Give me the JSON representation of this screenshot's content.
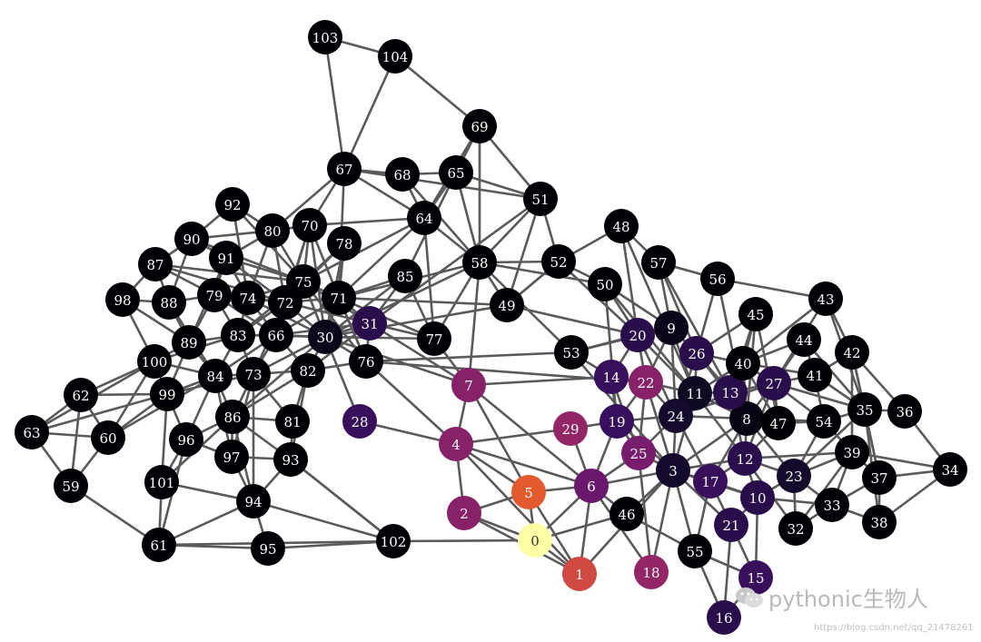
{
  "nodes": [
    {
      "id": "0",
      "value": 0.0
    },
    {
      "id": "1",
      "value": 0.25
    },
    {
      "id": "2",
      "value": 0.5
    },
    {
      "id": "3",
      "value": 0.9
    },
    {
      "id": "4",
      "value": 0.5
    },
    {
      "id": "5",
      "value": 0.2
    },
    {
      "id": "6",
      "value": 0.6
    },
    {
      "id": "7",
      "value": 0.5
    },
    {
      "id": "8",
      "value": 0.97
    },
    {
      "id": "9",
      "value": 0.95
    },
    {
      "id": "10",
      "value": 0.8
    },
    {
      "id": "11",
      "value": 0.93
    },
    {
      "id": "12",
      "value": 0.8
    },
    {
      "id": "13",
      "value": 0.8
    },
    {
      "id": "14",
      "value": 0.75
    },
    {
      "id": "15",
      "value": 0.75
    },
    {
      "id": "16",
      "value": 0.8
    },
    {
      "id": "17",
      "value": 0.75
    },
    {
      "id": "18",
      "value": 0.45
    },
    {
      "id": "19",
      "value": 0.75
    },
    {
      "id": "20",
      "value": 0.8
    },
    {
      "id": "21",
      "value": 0.8
    },
    {
      "id": "22",
      "value": 0.5
    },
    {
      "id": "23",
      "value": 0.9
    },
    {
      "id": "24",
      "value": 0.9
    },
    {
      "id": "25",
      "value": 0.55
    },
    {
      "id": "26",
      "value": 0.8
    },
    {
      "id": "27",
      "value": 0.8
    },
    {
      "id": "28",
      "value": 0.75
    },
    {
      "id": "29",
      "value": 0.45
    },
    {
      "id": "30",
      "value": 0.95
    },
    {
      "id": "31",
      "value": 0.8
    },
    {
      "id": "32",
      "value": 1
    },
    {
      "id": "33",
      "value": 1
    },
    {
      "id": "34",
      "value": 1
    },
    {
      "id": "35",
      "value": 1
    },
    {
      "id": "36",
      "value": 1
    },
    {
      "id": "37",
      "value": 1
    },
    {
      "id": "38",
      "value": 1
    },
    {
      "id": "39",
      "value": 1
    },
    {
      "id": "40",
      "value": 1
    },
    {
      "id": "41",
      "value": 1
    },
    {
      "id": "42",
      "value": 1
    },
    {
      "id": "43",
      "value": 1
    },
    {
      "id": "44",
      "value": 1
    },
    {
      "id": "45",
      "value": 1
    },
    {
      "id": "46",
      "value": 1
    },
    {
      "id": "47",
      "value": 1
    },
    {
      "id": "48",
      "value": 1
    },
    {
      "id": "49",
      "value": 1
    },
    {
      "id": "50",
      "value": 1
    },
    {
      "id": "51",
      "value": 1
    },
    {
      "id": "52",
      "value": 1
    },
    {
      "id": "53",
      "value": 1
    },
    {
      "id": "54",
      "value": 1
    },
    {
      "id": "55",
      "value": 1
    },
    {
      "id": "56",
      "value": 1
    },
    {
      "id": "57",
      "value": 1
    },
    {
      "id": "58",
      "value": 1
    },
    {
      "id": "59",
      "value": 1
    },
    {
      "id": "60",
      "value": 1
    },
    {
      "id": "61",
      "value": 1
    },
    {
      "id": "62",
      "value": 1
    },
    {
      "id": "63",
      "value": 1
    },
    {
      "id": "64",
      "value": 1
    },
    {
      "id": "65",
      "value": 1
    },
    {
      "id": "66",
      "value": 1
    },
    {
      "id": "67",
      "value": 1
    },
    {
      "id": "68",
      "value": 1
    },
    {
      "id": "69",
      "value": 1
    },
    {
      "id": "70",
      "value": 1
    },
    {
      "id": "71",
      "value": 1
    },
    {
      "id": "72",
      "value": 1
    },
    {
      "id": "73",
      "value": 1
    },
    {
      "id": "74",
      "value": 1
    },
    {
      "id": "75",
      "value": 1
    },
    {
      "id": "76",
      "value": 1
    },
    {
      "id": "77",
      "value": 1
    },
    {
      "id": "78",
      "value": 1
    },
    {
      "id": "79",
      "value": 1
    },
    {
      "id": "80",
      "value": 1
    },
    {
      "id": "81",
      "value": 1
    },
    {
      "id": "82",
      "value": 1
    },
    {
      "id": "83",
      "value": 1
    },
    {
      "id": "84",
      "value": 1
    },
    {
      "id": "85",
      "value": 1
    },
    {
      "id": "86",
      "value": 1
    },
    {
      "id": "87",
      "value": 1
    },
    {
      "id": "88",
      "value": 1
    },
    {
      "id": "89",
      "value": 1
    },
    {
      "id": "90",
      "value": 1
    },
    {
      "id": "91",
      "value": 1
    },
    {
      "id": "92",
      "value": 1
    },
    {
      "id": "93",
      "value": 1
    },
    {
      "id": "94",
      "value": 1
    },
    {
      "id": "95",
      "value": 1
    },
    {
      "id": "96",
      "value": 1
    },
    {
      "id": "97",
      "value": 1
    },
    {
      "id": "98",
      "value": 1
    },
    {
      "id": "99",
      "value": 1
    },
    {
      "id": "100",
      "value": 1
    },
    {
      "id": "101",
      "value": 1
    },
    {
      "id": "102",
      "value": 1
    },
    {
      "id": "103",
      "value": 1
    },
    {
      "id": "104",
      "value": 1
    }
  ],
  "edges": [
    [
      "103",
      "104"
    ],
    [
      "103",
      "67"
    ],
    [
      "104",
      "67"
    ],
    [
      "104",
      "69"
    ],
    [
      "69",
      "65"
    ],
    [
      "69",
      "64"
    ],
    [
      "69",
      "58"
    ],
    [
      "69",
      "51"
    ],
    [
      "67",
      "68"
    ],
    [
      "67",
      "64"
    ],
    [
      "67",
      "51"
    ],
    [
      "67",
      "70"
    ],
    [
      "67",
      "71"
    ],
    [
      "67",
      "80"
    ],
    [
      "68",
      "65"
    ],
    [
      "68",
      "64"
    ],
    [
      "68",
      "58"
    ],
    [
      "65",
      "64"
    ],
    [
      "65",
      "51"
    ],
    [
      "65",
      "58"
    ],
    [
      "65",
      "85"
    ],
    [
      "64",
      "58"
    ],
    [
      "64",
      "71"
    ],
    [
      "64",
      "77"
    ],
    [
      "64",
      "70"
    ],
    [
      "64",
      "75"
    ],
    [
      "51",
      "52"
    ],
    [
      "51",
      "58"
    ],
    [
      "51",
      "49"
    ],
    [
      "51",
      "31"
    ],
    [
      "58",
      "52"
    ],
    [
      "58",
      "49"
    ],
    [
      "58",
      "7"
    ],
    [
      "58",
      "77"
    ],
    [
      "58",
      "30"
    ],
    [
      "58",
      "71"
    ],
    [
      "58",
      "53"
    ],
    [
      "58",
      "50"
    ],
    [
      "52",
      "50"
    ],
    [
      "52",
      "48"
    ],
    [
      "52",
      "20"
    ],
    [
      "52",
      "49"
    ],
    [
      "50",
      "9"
    ],
    [
      "50",
      "20"
    ],
    [
      "50",
      "19"
    ],
    [
      "50",
      "11"
    ],
    [
      "48",
      "57"
    ],
    [
      "48",
      "20"
    ],
    [
      "48",
      "11"
    ],
    [
      "57",
      "9"
    ],
    [
      "57",
      "56"
    ],
    [
      "57",
      "26"
    ],
    [
      "57",
      "13"
    ],
    [
      "56",
      "43"
    ],
    [
      "56",
      "26"
    ],
    [
      "56",
      "8"
    ],
    [
      "43",
      "42"
    ],
    [
      "43",
      "27"
    ],
    [
      "43",
      "35"
    ],
    [
      "43",
      "40"
    ],
    [
      "45",
      "40"
    ],
    [
      "45",
      "26"
    ],
    [
      "45",
      "13"
    ],
    [
      "45",
      "47"
    ],
    [
      "45",
      "8"
    ],
    [
      "44",
      "40"
    ],
    [
      "44",
      "41"
    ],
    [
      "44",
      "27"
    ],
    [
      "44",
      "35"
    ],
    [
      "42",
      "41"
    ],
    [
      "42",
      "35"
    ],
    [
      "42",
      "36"
    ],
    [
      "42",
      "37"
    ],
    [
      "42",
      "39"
    ],
    [
      "36",
      "34"
    ],
    [
      "36",
      "35"
    ],
    [
      "34",
      "37"
    ],
    [
      "34",
      "39"
    ],
    [
      "34",
      "38"
    ],
    [
      "35",
      "37"
    ],
    [
      "35",
      "38"
    ],
    [
      "35",
      "54"
    ],
    [
      "35",
      "27"
    ],
    [
      "35",
      "23"
    ],
    [
      "41",
      "27"
    ],
    [
      "41",
      "54"
    ],
    [
      "41",
      "40"
    ],
    [
      "41",
      "35"
    ],
    [
      "40",
      "27"
    ],
    [
      "40",
      "13"
    ],
    [
      "40",
      "11"
    ],
    [
      "40",
      "26"
    ],
    [
      "40",
      "47"
    ],
    [
      "40",
      "8"
    ],
    [
      "39",
      "33"
    ],
    [
      "39",
      "37"
    ],
    [
      "39",
      "23"
    ],
    [
      "39",
      "12"
    ],
    [
      "39",
      "54"
    ],
    [
      "39",
      "32"
    ],
    [
      "37",
      "33"
    ],
    [
      "37",
      "38"
    ],
    [
      "38",
      "33"
    ],
    [
      "33",
      "32"
    ],
    [
      "33",
      "23"
    ],
    [
      "33",
      "10"
    ],
    [
      "32",
      "23"
    ],
    [
      "32",
      "12"
    ],
    [
      "54",
      "47"
    ],
    [
      "54",
      "27"
    ],
    [
      "54",
      "8"
    ],
    [
      "54",
      "23"
    ],
    [
      "47",
      "8"
    ],
    [
      "47",
      "27"
    ],
    [
      "47",
      "12"
    ],
    [
      "47",
      "13"
    ],
    [
      "27",
      "13"
    ],
    [
      "27",
      "8"
    ],
    [
      "27",
      "12"
    ],
    [
      "27",
      "24"
    ],
    [
      "26",
      "9"
    ],
    [
      "26",
      "11"
    ],
    [
      "26",
      "13"
    ],
    [
      "26",
      "24"
    ],
    [
      "26",
      "8"
    ],
    [
      "9",
      "20"
    ],
    [
      "9",
      "11"
    ],
    [
      "9",
      "24"
    ],
    [
      "9",
      "22"
    ],
    [
      "9",
      "53"
    ],
    [
      "20",
      "53"
    ],
    [
      "20",
      "14"
    ],
    [
      "20",
      "22"
    ],
    [
      "20",
      "11"
    ],
    [
      "20",
      "24"
    ],
    [
      "14",
      "53"
    ],
    [
      "14",
      "22"
    ],
    [
      "14",
      "19"
    ],
    [
      "14",
      "7"
    ],
    [
      "14",
      "25"
    ],
    [
      "22",
      "11"
    ],
    [
      "22",
      "19"
    ],
    [
      "22",
      "24"
    ],
    [
      "22",
      "25"
    ],
    [
      "22",
      "3"
    ],
    [
      "11",
      "24"
    ],
    [
      "11",
      "13"
    ],
    [
      "11",
      "3"
    ],
    [
      "11",
      "8"
    ],
    [
      "11",
      "12"
    ],
    [
      "13",
      "8"
    ],
    [
      "13",
      "12"
    ],
    [
      "13",
      "24"
    ],
    [
      "8",
      "12"
    ],
    [
      "8",
      "17"
    ],
    [
      "8",
      "24"
    ],
    [
      "8",
      "23"
    ],
    [
      "8",
      "3"
    ],
    [
      "12",
      "17"
    ],
    [
      "12",
      "10"
    ],
    [
      "12",
      "23"
    ],
    [
      "12",
      "3"
    ],
    [
      "24",
      "3"
    ],
    [
      "24",
      "19"
    ],
    [
      "24",
      "25"
    ],
    [
      "24",
      "17"
    ],
    [
      "19",
      "6"
    ],
    [
      "19",
      "29"
    ],
    [
      "19",
      "25"
    ],
    [
      "19",
      "3"
    ],
    [
      "25",
      "3"
    ],
    [
      "25",
      "6"
    ],
    [
      "3",
      "6"
    ],
    [
      "3",
      "46"
    ],
    [
      "3",
      "17"
    ],
    [
      "3",
      "55"
    ],
    [
      "3",
      "10"
    ],
    [
      "3",
      "21"
    ],
    [
      "3",
      "18"
    ],
    [
      "3",
      "1"
    ],
    [
      "17",
      "10"
    ],
    [
      "17",
      "21"
    ],
    [
      "17",
      "55"
    ],
    [
      "10",
      "21"
    ],
    [
      "10",
      "15"
    ],
    [
      "10",
      "23"
    ],
    [
      "21",
      "15"
    ],
    [
      "21",
      "16"
    ],
    [
      "15",
      "16"
    ],
    [
      "15",
      "55"
    ],
    [
      "55",
      "46"
    ],
    [
      "55",
      "16"
    ],
    [
      "46",
      "6"
    ],
    [
      "46",
      "0"
    ],
    [
      "18",
      "6"
    ],
    [
      "18",
      "25"
    ],
    [
      "6",
      "1"
    ],
    [
      "6",
      "5"
    ],
    [
      "6",
      "4"
    ],
    [
      "6",
      "29"
    ],
    [
      "6",
      "0"
    ],
    [
      "6",
      "7"
    ],
    [
      "5",
      "4"
    ],
    [
      "5",
      "2"
    ],
    [
      "5",
      "0"
    ],
    [
      "5",
      "7"
    ],
    [
      "5",
      "1"
    ],
    [
      "0",
      "2"
    ],
    [
      "0",
      "102"
    ],
    [
      "0",
      "1"
    ],
    [
      "1",
      "4"
    ],
    [
      "1",
      "2"
    ],
    [
      "4",
      "2"
    ],
    [
      "4",
      "7"
    ],
    [
      "4",
      "28"
    ],
    [
      "4",
      "29"
    ],
    [
      "4",
      "76"
    ],
    [
      "7",
      "77"
    ],
    [
      "7",
      "30"
    ],
    [
      "7",
      "31"
    ],
    [
      "53",
      "76"
    ],
    [
      "53",
      "3"
    ],
    [
      "49",
      "71"
    ],
    [
      "49",
      "20"
    ],
    [
      "49",
      "30"
    ],
    [
      "49",
      "52"
    ],
    [
      "77",
      "31"
    ],
    [
      "77",
      "30"
    ],
    [
      "77",
      "71"
    ],
    [
      "77",
      "85"
    ],
    [
      "76",
      "31"
    ],
    [
      "76",
      "30"
    ],
    [
      "76",
      "71"
    ],
    [
      "76",
      "82"
    ],
    [
      "76",
      "75"
    ],
    [
      "76",
      "22"
    ],
    [
      "85",
      "71"
    ],
    [
      "85",
      "30"
    ],
    [
      "85",
      "31"
    ],
    [
      "78",
      "71"
    ],
    [
      "78",
      "75"
    ],
    [
      "78",
      "72"
    ],
    [
      "78",
      "30"
    ],
    [
      "70",
      "80"
    ],
    [
      "70",
      "75"
    ],
    [
      "70",
      "72"
    ],
    [
      "70",
      "71"
    ],
    [
      "70",
      "66"
    ],
    [
      "70",
      "30"
    ],
    [
      "80",
      "92"
    ],
    [
      "80",
      "75"
    ],
    [
      "80",
      "72"
    ],
    [
      "80",
      "74"
    ],
    [
      "80",
      "91"
    ],
    [
      "80",
      "90"
    ],
    [
      "92",
      "90"
    ],
    [
      "92",
      "75"
    ],
    [
      "92",
      "74"
    ],
    [
      "90",
      "91"
    ],
    [
      "90",
      "87"
    ],
    [
      "90",
      "75"
    ],
    [
      "90",
      "88"
    ],
    [
      "91",
      "79"
    ],
    [
      "91",
      "75"
    ],
    [
      "91",
      "72"
    ],
    [
      "91",
      "74"
    ],
    [
      "91",
      "89"
    ],
    [
      "87",
      "98"
    ],
    [
      "87",
      "88"
    ],
    [
      "87",
      "75"
    ],
    [
      "87",
      "79"
    ],
    [
      "87",
      "72"
    ],
    [
      "98",
      "88"
    ],
    [
      "98",
      "100"
    ],
    [
      "98",
      "89"
    ],
    [
      "88",
      "79"
    ],
    [
      "88",
      "89"
    ],
    [
      "88",
      "84"
    ],
    [
      "79",
      "74"
    ],
    [
      "79",
      "89"
    ],
    [
      "79",
      "83"
    ],
    [
      "79",
      "66"
    ],
    [
      "79",
      "72"
    ],
    [
      "74",
      "72"
    ],
    [
      "74",
      "66"
    ],
    [
      "74",
      "83"
    ],
    [
      "74",
      "75"
    ],
    [
      "74",
      "30"
    ],
    [
      "72",
      "75"
    ],
    [
      "72",
      "66"
    ],
    [
      "72",
      "31"
    ],
    [
      "72",
      "30"
    ],
    [
      "72",
      "71"
    ],
    [
      "72",
      "83"
    ],
    [
      "72",
      "73"
    ],
    [
      "75",
      "71"
    ],
    [
      "75",
      "66"
    ],
    [
      "75",
      "31"
    ],
    [
      "75",
      "30"
    ],
    [
      "75",
      "83"
    ],
    [
      "71",
      "31"
    ],
    [
      "71",
      "30"
    ],
    [
      "71",
      "66"
    ],
    [
      "71",
      "76"
    ],
    [
      "66",
      "30"
    ],
    [
      "66",
      "83"
    ],
    [
      "66",
      "73"
    ],
    [
      "66",
      "82"
    ],
    [
      "66",
      "84"
    ],
    [
      "66",
      "31"
    ],
    [
      "30",
      "31"
    ],
    [
      "30",
      "82"
    ],
    [
      "30",
      "73"
    ],
    [
      "30",
      "83"
    ],
    [
      "30",
      "86"
    ],
    [
      "30",
      "28"
    ],
    [
      "83",
      "89"
    ],
    [
      "83",
      "84"
    ],
    [
      "83",
      "73"
    ],
    [
      "83",
      "100"
    ],
    [
      "89",
      "100"
    ],
    [
      "89",
      "84"
    ],
    [
      "89",
      "99"
    ],
    [
      "100",
      "99"
    ],
    [
      "100",
      "84"
    ],
    [
      "100",
      "62"
    ],
    [
      "100",
      "60"
    ],
    [
      "100",
      "63"
    ],
    [
      "84",
      "99"
    ],
    [
      "84",
      "73"
    ],
    [
      "84",
      "86"
    ],
    [
      "84",
      "96"
    ],
    [
      "84",
      "60"
    ],
    [
      "84",
      "97"
    ],
    [
      "73",
      "86"
    ],
    [
      "73",
      "82"
    ],
    [
      "73",
      "97"
    ],
    [
      "73",
      "94"
    ],
    [
      "73",
      "81"
    ],
    [
      "73",
      "99"
    ],
    [
      "82",
      "81"
    ],
    [
      "82",
      "86"
    ],
    [
      "82",
      "93"
    ],
    [
      "82",
      "31"
    ],
    [
      "86",
      "97"
    ],
    [
      "86",
      "93"
    ],
    [
      "86",
      "96"
    ],
    [
      "86",
      "94"
    ],
    [
      "86",
      "101"
    ],
    [
      "86",
      "81"
    ],
    [
      "81",
      "93"
    ],
    [
      "93",
      "97"
    ],
    [
      "93",
      "94"
    ],
    [
      "93",
      "102"
    ],
    [
      "97",
      "94"
    ],
    [
      "97",
      "96"
    ],
    [
      "94",
      "95"
    ],
    [
      "94",
      "101"
    ],
    [
      "94",
      "102"
    ],
    [
      "94",
      "61"
    ],
    [
      "96",
      "101"
    ],
    [
      "96",
      "99"
    ],
    [
      "96",
      "61"
    ],
    [
      "99",
      "62"
    ],
    [
      "99",
      "60"
    ],
    [
      "99",
      "101"
    ],
    [
      "99",
      "63"
    ],
    [
      "62",
      "63"
    ],
    [
      "62",
      "60"
    ],
    [
      "62",
      "59"
    ],
    [
      "63",
      "59"
    ],
    [
      "63",
      "60"
    ],
    [
      "60",
      "59"
    ],
    [
      "59",
      "61"
    ],
    [
      "101",
      "61"
    ],
    [
      "61",
      "95"
    ],
    [
      "61",
      "102"
    ],
    [
      "95",
      "102"
    ],
    [
      "102",
      "93"
    ]
  ],
  "watermark": {
    "text": "pythonic生物人",
    "url": "https://blog.csdn.net/qq_21478261"
  }
}
